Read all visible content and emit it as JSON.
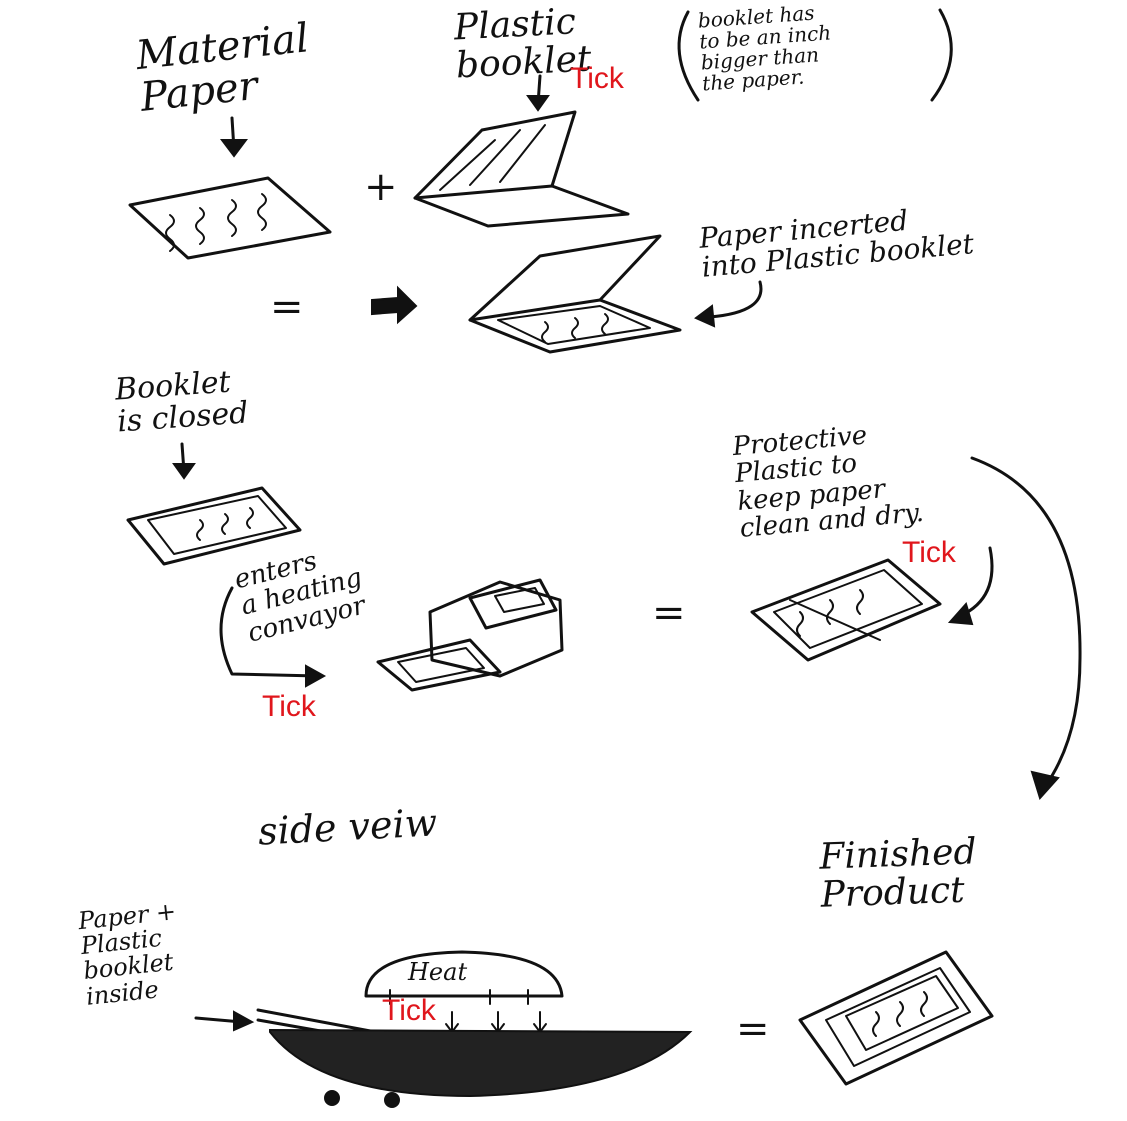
{
  "colors": {
    "ink": "#111111",
    "tick": "#e0161c",
    "paper": "#ffffff"
  },
  "labels": {
    "material_paper": "Material\nPaper",
    "plastic_booklet": "Plastic\nbooklet",
    "booklet_note": "booklet has\nto be an inch\nbigger than\nthe paper.",
    "plus": "+",
    "equals_1": "=",
    "paper_inserted": "Paper incerted\ninto Plastic booklet",
    "booklet_closed": "Booklet\nis closed",
    "enters_heating": "enters\na heating\nconvayor",
    "equals_2": "=",
    "protective_plastic": "Protective\nPlastic to\nkeep paper\nclean and dry.",
    "side_view": "side veiw",
    "finished_product": "Finished\nProduct",
    "paper_plastic_inside": "Paper +\nPlastic\nbooklet\ninside",
    "heat": "Heat",
    "equals_3": "="
  },
  "ticks": {
    "tick_1": "Tick",
    "tick_2": "Tick",
    "tick_3": "Tick",
    "tick_4": "Tick"
  }
}
